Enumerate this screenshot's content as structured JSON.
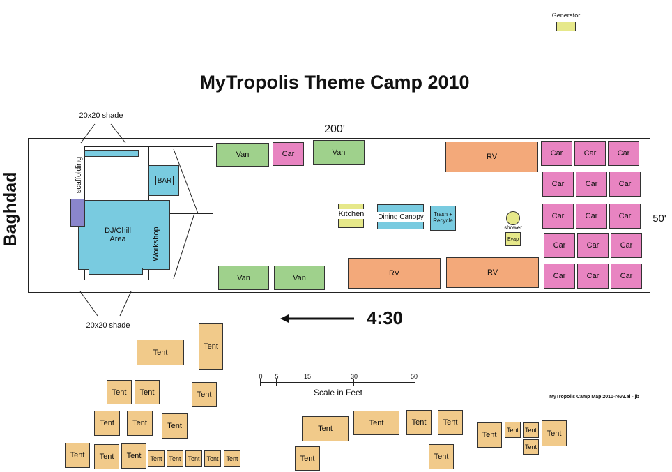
{
  "title": "MyTropolis Theme Camp 2010",
  "side_label": "Baghdad",
  "dims": {
    "width": "200'",
    "height": "50'"
  },
  "direction_label": "4:30",
  "credit": "MyTropolis Camp Map 2010-rev2.ai - jb",
  "labels": {
    "generator": "Generator",
    "shade_top": "20x20 shade",
    "shade_bottom": "20x20 shade",
    "scaffolding": "scaffolding",
    "bar": "BAR",
    "dj": "DJ/Chill Area",
    "workshop": "Workshop",
    "kitchen": "Kitchen",
    "dining": "Dining Canopy",
    "trash": "Trash + Recycle",
    "shower": "shower",
    "evap": "Evap",
    "van": "Van",
    "car": "Car",
    "rv": "RV",
    "tent": "Tent"
  },
  "scale": {
    "ticks": [
      "0",
      "5",
      "15",
      "30",
      "50"
    ],
    "caption": "Scale in Feet"
  },
  "colors": {
    "van": "#9fd18c",
    "car": "#e884c1",
    "rv": "#f3a97a",
    "tent": "#f1ca8a",
    "blue": "#79cbe0",
    "yellow": "#e6e88a",
    "purple": "#8a86cc"
  }
}
